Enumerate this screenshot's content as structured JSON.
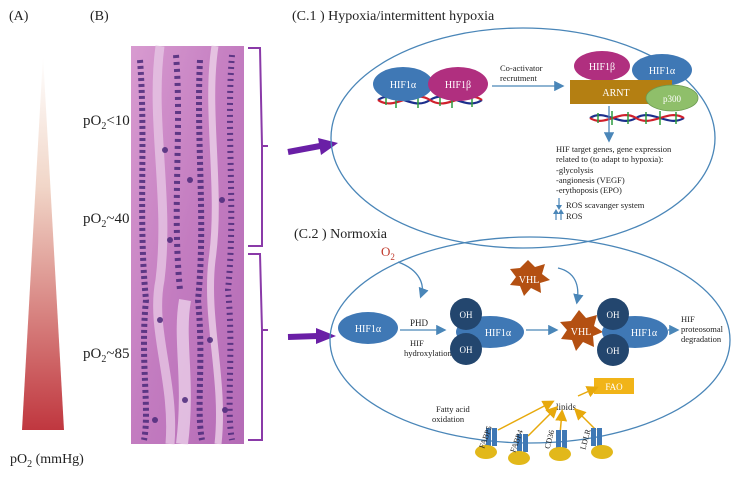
{
  "panels": {
    "a_label": "(A)",
    "b_label": "(B)",
    "c1_title": "(C.1 ) Hypoxia/intermittent hypoxia",
    "c2_title": "(C.2 ) Normoxia"
  },
  "gradient": {
    "axis_label_main": "pO",
    "axis_label_sub": "2",
    "axis_label_unit": " (mmHg)",
    "colors": {
      "top": "#ffffff",
      "bottom": "#c0373f"
    }
  },
  "po2_levels": [
    {
      "main": "pO",
      "sub": "2",
      "rel": "<10"
    },
    {
      "main": "pO",
      "sub": "2",
      "rel": "~40"
    },
    {
      "main": "pO",
      "sub": "2",
      "rel": "~85"
    }
  ],
  "hypoxia": {
    "hif1a": "HIF1α",
    "hif1b": "HIF1β",
    "coactivator_line1": "Co-activator",
    "coactivator_line2": "recrutment",
    "complex_hif1b": "HIF1β",
    "complex_hif1a": "HIF1α",
    "arnt": "ARNT",
    "p300": "p300",
    "targets_line1": "HIF target genes, gene expression",
    "targets_line2": "related to (to adapt to hypoxia):",
    "targets": [
      "-glycolysis",
      "-angionesis (VEGF)",
      "-erythoposis (EPO)"
    ],
    "ros_scavenger": "ROS scavanger system",
    "ros": "ROS"
  },
  "normoxia": {
    "o2_main": "O",
    "o2_sub": "2",
    "vhl_top": "VHL",
    "hif1a": "HIF1α",
    "phd": "PHD",
    "hif_hydrox_line1": "HIF",
    "hif_hydrox_line2": "hydroxylation",
    "oh": "OH",
    "hif1a_mid": "HIF1α",
    "vhl_mid": "VHL",
    "hif1a_right": "HIF1α",
    "degradation_line1": "HIF",
    "degradation_line2": "proteosomal",
    "degradation_line3": "degradation",
    "fao": "FAO",
    "lipids": "lipids",
    "fatty_line1": "Fatty acid",
    "fatty_line2": "oxidation",
    "receptors": [
      "FABP5",
      "FABP4",
      "CD36",
      "LDLR"
    ]
  },
  "colors": {
    "arrow_purple": "#6a1fa6",
    "bracket_purple": "#8a3aa8",
    "ellipse_stroke": "#4a86b8",
    "hif_blue": "#3f78b5",
    "hif_magenta": "#b02f7f",
    "arnt_gold": "#b47f12",
    "p300_green": "#8fbf6a",
    "oh_navy": "#23466e",
    "vhl_orange": "#b45012",
    "fao_gold": "#f1b418",
    "o2_red": "#c0392b"
  }
}
